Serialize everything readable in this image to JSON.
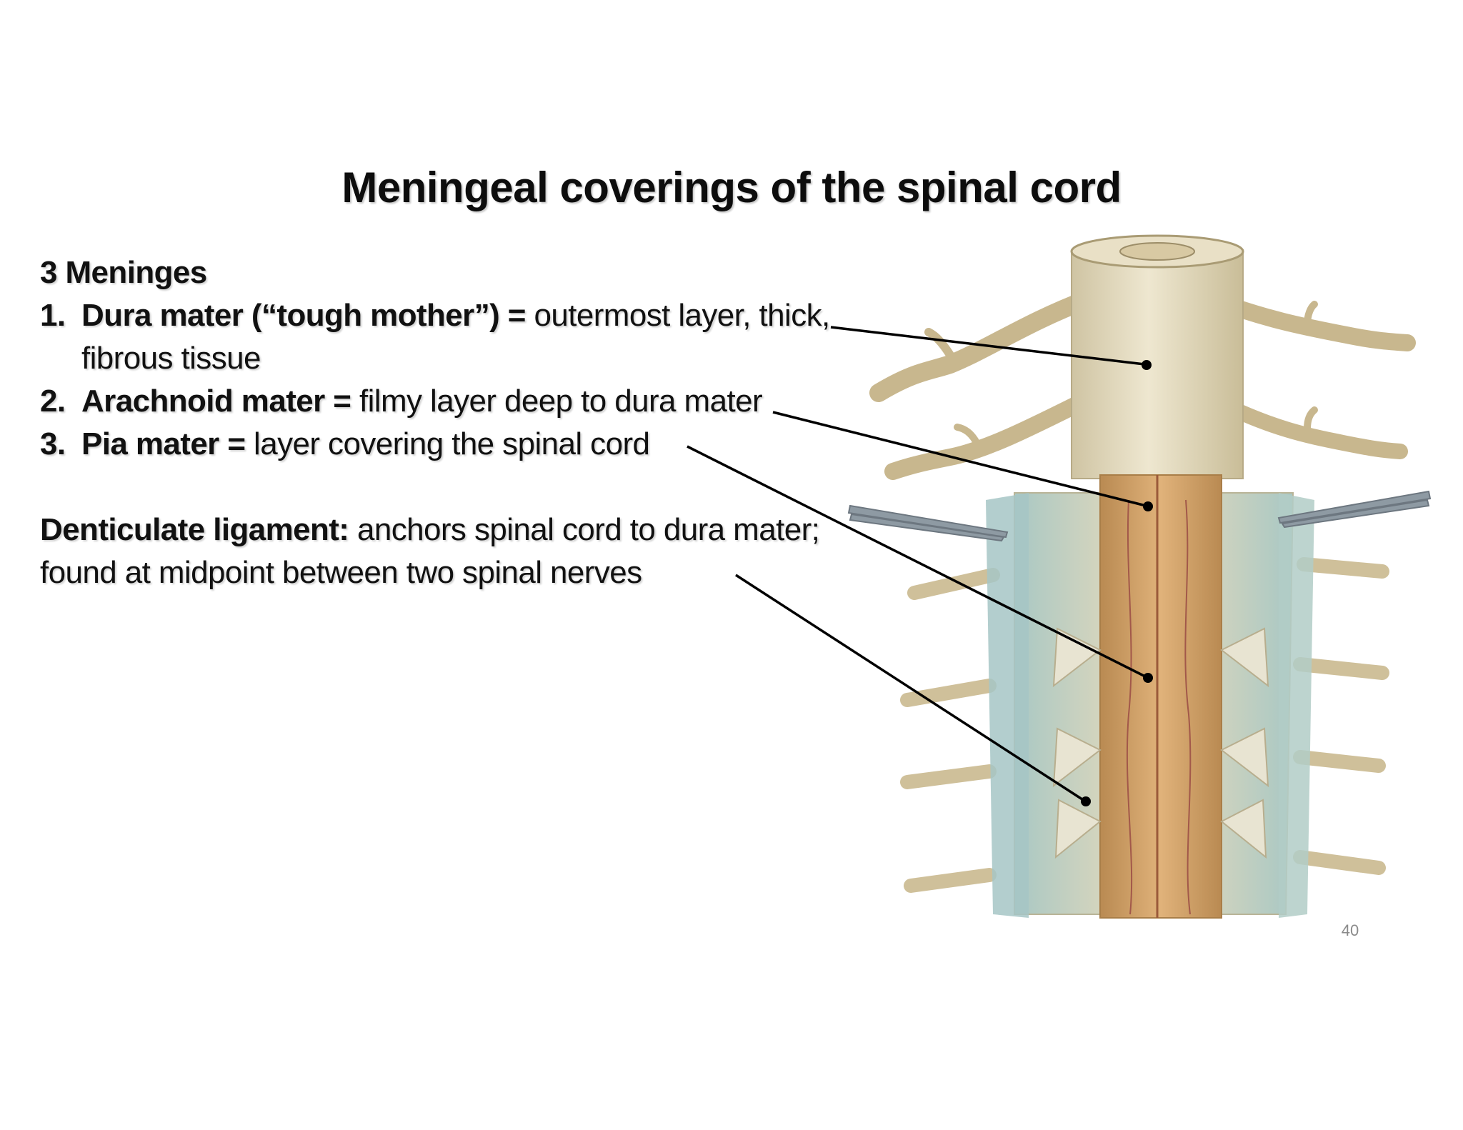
{
  "slide": {
    "title": "Meningeal coverings of the spinal cord",
    "heading": "3 Meninges",
    "items": [
      {
        "number": "1.",
        "term": "Dura mater (“tough mother”) =",
        "desc_1": " outermost layer, thick,",
        "desc_2": "fibrous tissue"
      },
      {
        "number": "2.",
        "term": "Arachnoid mater =",
        "desc_1": " filmy layer deep to dura mater"
      },
      {
        "number": "3.",
        "term": "Pia mater =",
        "desc_1": " layer covering the spinal cord"
      }
    ],
    "ligament": {
      "term": "Denticulate ligament:",
      "desc_1": " anchors spinal cord to dura mater;",
      "desc_2": "found at midpoint between two spinal nerves"
    },
    "page_number": "40"
  },
  "colors": {
    "cord": "#c99a5e",
    "dura": "#e2d9bf",
    "arachnoid": "#bcd3cf",
    "nerve": "#d8c9a3",
    "leader": "#000000"
  }
}
